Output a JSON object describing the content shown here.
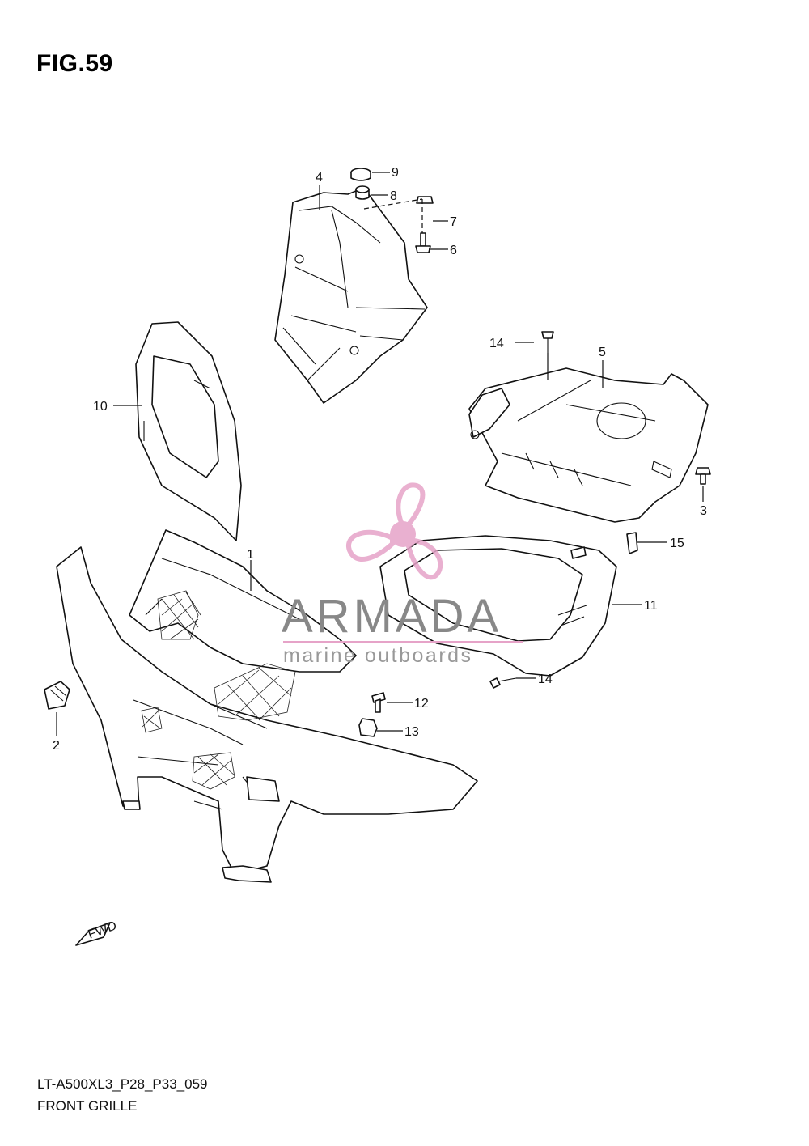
{
  "figure": {
    "title": "FIG.59",
    "diagram_code": "LT-A500XL3_P28_P33_059",
    "diagram_name": "FRONT GRILLE"
  },
  "callouts": [
    "1",
    "2",
    "3",
    "4",
    "5",
    "6",
    "7",
    "8",
    "9",
    "10",
    "11",
    "12",
    "13",
    "14",
    "14",
    "15"
  ],
  "watermark": {
    "brand": "ARMADA",
    "tagline": "marine outboards",
    "accent_color": "#e6a3c8"
  },
  "fwd_label": "FWD"
}
